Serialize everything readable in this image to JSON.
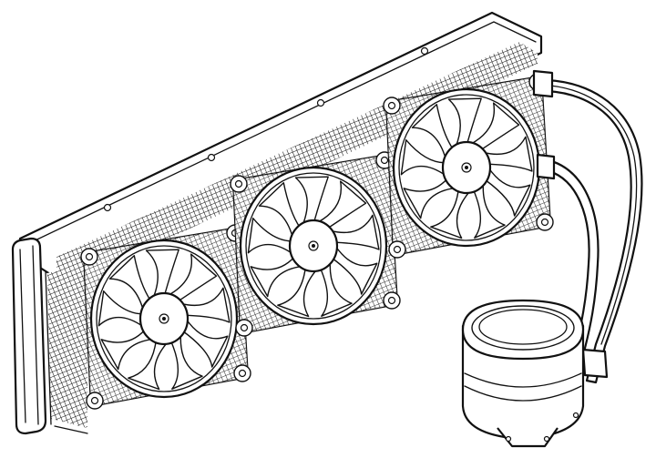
{
  "figure": {
    "subject": "",
    "fan_count": 3,
    "pump_head_count": 1,
    "tube_count": 2
  },
  "colors": {
    "line": "#111111",
    "background": "#ffffff"
  }
}
